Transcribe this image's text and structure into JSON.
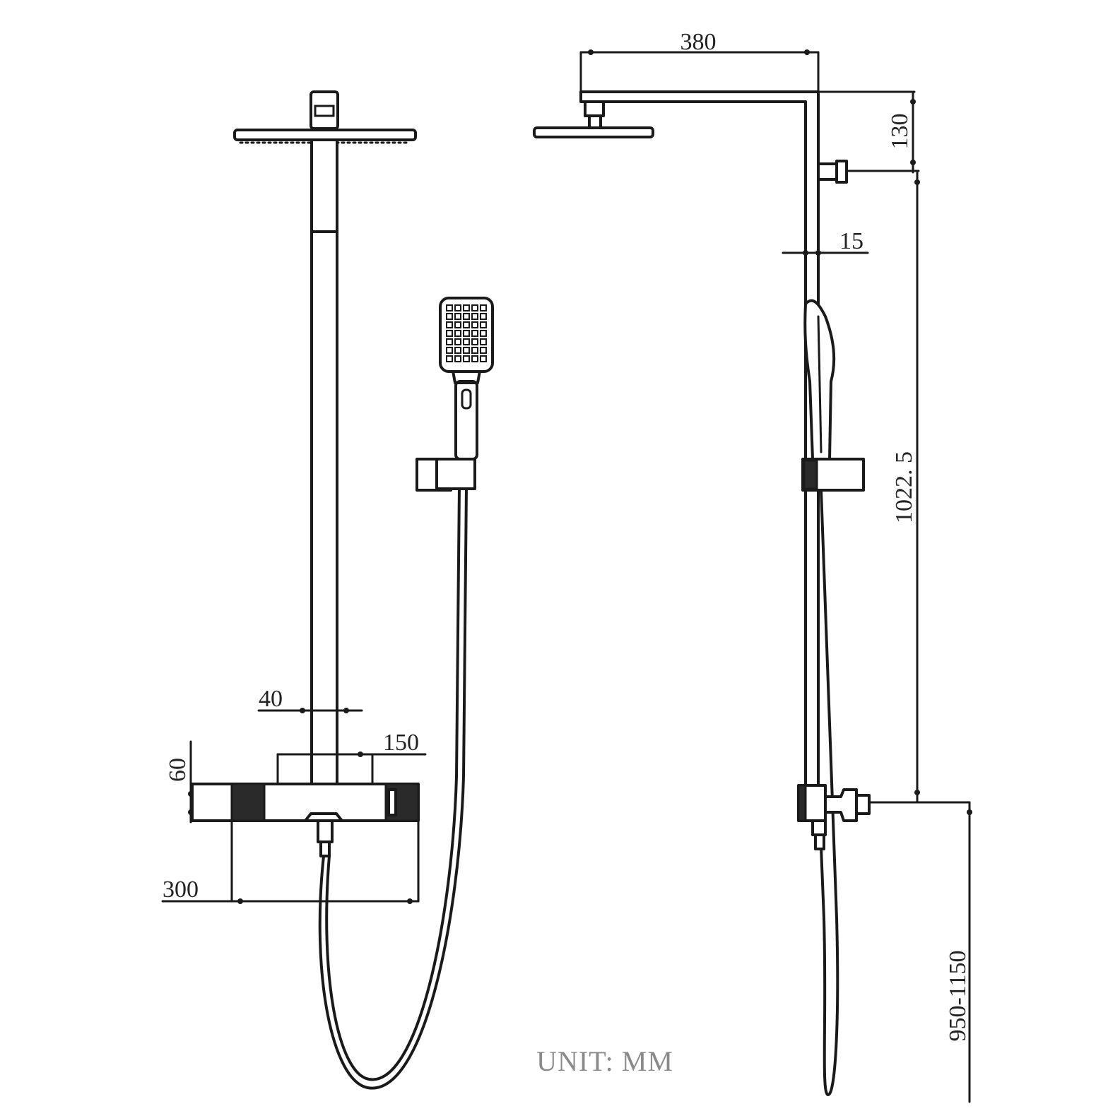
{
  "dimensions": {
    "top_arm_length": "380",
    "head_drop": "130",
    "rail_offset": "15",
    "rail_height": "1022. 5",
    "pipe_width": "40",
    "inlet_spacing": "150",
    "valve_height": "60",
    "valve_width": "300",
    "install_height": "950-1150"
  },
  "unit_label": "UNIT: MM"
}
